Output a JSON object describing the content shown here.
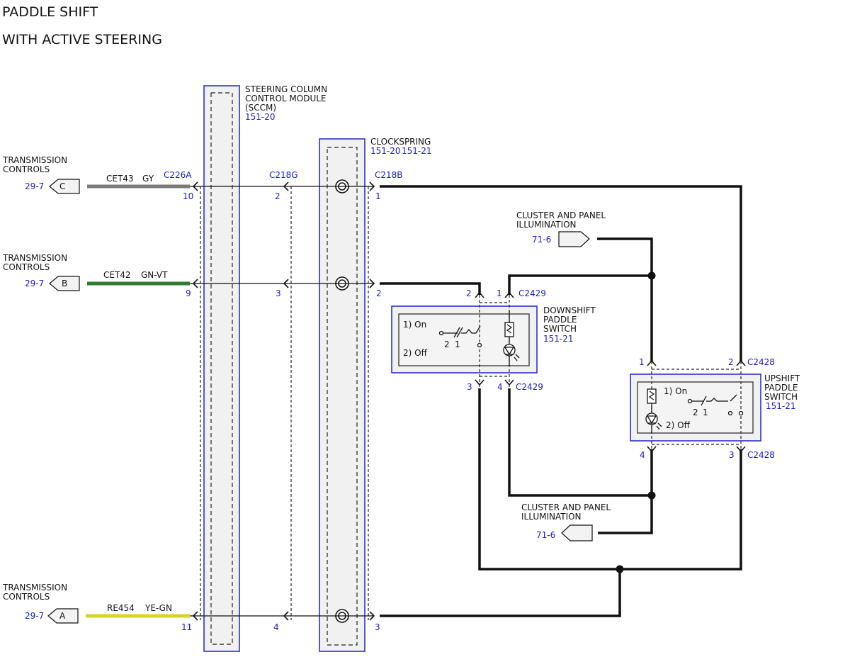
{
  "title": {
    "line1": "PADDLE SHIFT",
    "line2": "WITH ACTIVE STEERING"
  },
  "transmission_controls": [
    {
      "label_line1": "TRANSMISSION",
      "label_line2": "CONTROLS",
      "ref": "29-7",
      "pin": "C",
      "circuit": "CET43",
      "color": "GY",
      "connector": "C226A",
      "pin_no": "10",
      "wire_color": "#7a7a7a"
    },
    {
      "label_line1": "TRANSMISSION",
      "label_line2": "CONTROLS",
      "ref": "29-7",
      "pin": "B",
      "circuit": "CET42",
      "color": "GN-VT",
      "pin_no": "9",
      "wire_color": "#2e7d32"
    },
    {
      "label_line1": "TRANSMISSION",
      "label_line2": "CONTROLS",
      "ref": "29-7",
      "pin": "A",
      "circuit": "RE454",
      "color": "YE-GN",
      "pin_no": "11",
      "wire_color": "#d6d62a"
    }
  ],
  "sccm": {
    "line1": "STEERING COLUMN",
    "line2": "CONTROL MODULE",
    "line3": "(SCCM)",
    "ref": "151-20",
    "connector": "C218G",
    "pins": [
      "2",
      "3",
      "4"
    ]
  },
  "clockspring": {
    "name": "CLOCKSPRING",
    "ref1": "151-20",
    "ref2": "151-21",
    "connector": "C218B",
    "pins": [
      "1",
      "2",
      "3"
    ]
  },
  "illumination_top": {
    "line1": "CLUSTER AND PANEL",
    "line2": "ILLUMINATION",
    "ref": "71-6"
  },
  "illumination_bottom": {
    "line1": "CLUSTER AND PANEL",
    "line2": "ILLUMINATION",
    "ref": "71-6"
  },
  "downshift": {
    "line1": "DOWNSHIFT",
    "line2": "PADDLE",
    "line3": "SWITCH",
    "ref": "151-21",
    "connector": "C2429",
    "pin_top_left": "2",
    "pin_top_right": "1",
    "pin_bottom_left": "3",
    "pin_bottom_right": "4",
    "state_on": "1) On",
    "state_off": "2) Off",
    "sw_pin2": "2",
    "sw_pin1": "1"
  },
  "upshift": {
    "line1": "UPSHIFT",
    "line2": "PADDLE",
    "line3": "SWITCH",
    "ref": "151-21",
    "connector": "C2428",
    "pin_top_left": "1",
    "pin_top_right": "2",
    "pin_bottom_left": "4",
    "pin_bottom_right": "3",
    "state_on": "1) On",
    "state_off": "2) Off",
    "sw_pin2": "2",
    "sw_pin1": "1"
  },
  "colors": {
    "module_outline": "#2222cc",
    "reference_text": "#1a1ad6",
    "wire": "#111111"
  }
}
